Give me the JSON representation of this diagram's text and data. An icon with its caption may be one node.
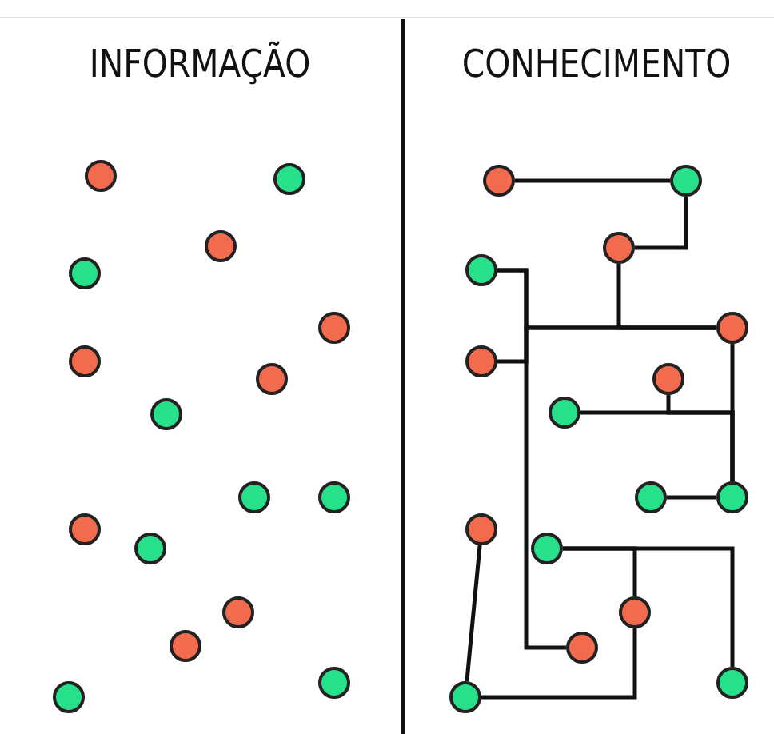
{
  "diagram": {
    "nodes": [
      {
        "text": [],
        "shape": "circle"
      },
      {
        "text": [],
        "shape": "circle"
      },
      {
        "text": [],
        "shape": "circle"
      },
      {
        "text": [],
        "shape": "circle"
      },
      {
        "text": [],
        "shape": "circle"
      },
      {
        "text": [],
        "shape": "circle"
      },
      {
        "text": [],
        "shape": "circle"
      },
      {
        "text": [],
        "shape": "circle"
      },
      {
        "text": [],
        "shape": "circle"
      },
      {
        "text": [],
        "shape": "circle"
      },
      {
        "text": [],
        "shape": "circle"
      },
      {
        "text": [],
        "shape": "circle"
      },
      {
        "text": [],
        "shape": "circle"
      },
      {
        "text": [],
        "shape": "circle"
      },
      {
        "text": [],
        "shape": "circle"
      },
      {
        "text": [],
        "shape": "circle"
      },
      {
        "text": [],
        "shape": "circle"
      },
      {
        "text": [],
        "shape": "circle"
      },
      {
        "text": [],
        "shape": "circle"
      },
      {
        "text": [],
        "shape": "circle"
      },
      {
        "text": [],
        "shape": "circle"
      },
      {
        "text": [],
        "shape": "circle"
      },
      {
        "text": [],
        "shape": "circle"
      },
      {
        "text": [],
        "shape": "circle"
      },
      {
        "text": [],
        "shape": "circle"
      },
      {
        "text": [],
        "shape": "circle"
      },
      {
        "text": [],
        "shape": "circle"
      },
      {
        "text": [],
        "shape": "circle"
      },
      {
        "text": [],
        "shape": "circle"
      },
      {
        "text": [],
        "shape": "circle"
      },
      {
        "text": [],
        "shape": "circle"
      },
      {
        "text": [],
        "shape": "circle"
      }
    ],
    "edges": [
      {
        "from": 16,
        "to": 17,
        "arrow": "none"
      },
      {
        "from": 17,
        "to": 18,
        "arrow": "none"
      },
      {
        "from": 18,
        "to": 20,
        "arrow": "none"
      },
      {
        "from": 19,
        "to": 20,
        "arrow": "none"
      },
      {
        "from": 21,
        "to": 20,
        "arrow": "none"
      },
      {
        "from": 19,
        "to": 29,
        "arrow": "none"
      },
      {
        "from": 20,
        "to": 25,
        "arrow": "none"
      },
      {
        "from": 23,
        "to": 25,
        "arrow": "none"
      },
      {
        "from": 22,
        "to": 25,
        "arrow": "none"
      },
      {
        "from": 24,
        "to": 25,
        "arrow": "none"
      },
      {
        "from": 27,
        "to": 30,
        "arrow": "none"
      },
      {
        "from": 27,
        "to": 28,
        "arrow": "none"
      },
      {
        "from": 28,
        "to": 31,
        "arrow": "none"
      },
      {
        "from": 26,
        "to": 31,
        "arrow": "none"
      }
    ],
    "labels": [
      "INFORMAÇÃO",
      "CONHECIMENTO"
    ]
  }
}
